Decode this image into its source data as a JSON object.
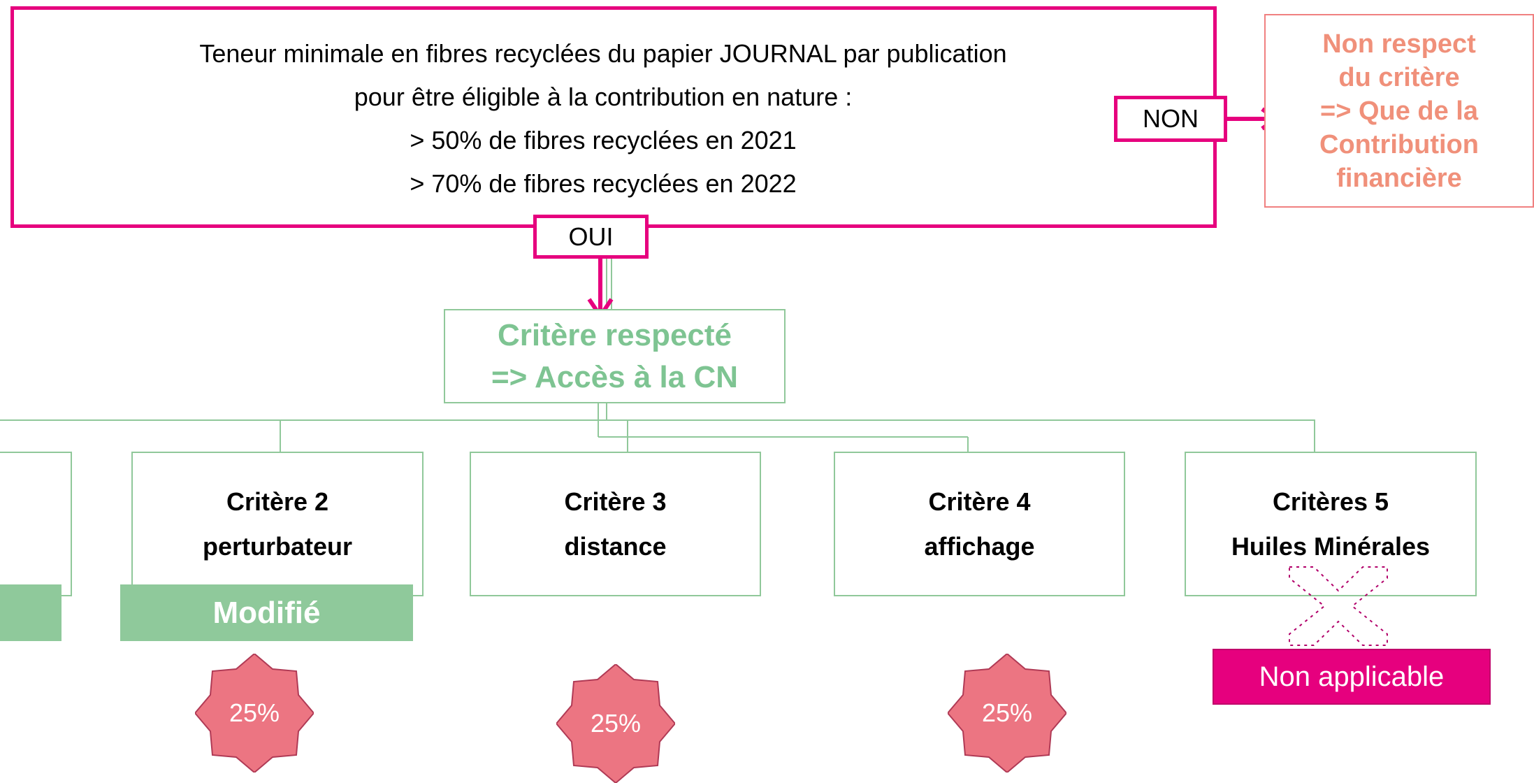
{
  "main_criterion": {
    "lines": [
      "Teneur minimale en fibres recyclées du papier JOURNAL par publication",
      "pour être éligible à la contribution en nature :",
      "> 50% de fibres recyclées en 2021",
      "> 70% de fibres recyclées en 2022"
    ]
  },
  "answers": {
    "no": "NON",
    "yes": "OUI"
  },
  "non_respect": {
    "lines": [
      "Non respect",
      "du critère",
      "=>  Que de la",
      "Contribution",
      "financière"
    ]
  },
  "respected": {
    "lines": [
      "Critère respecté",
      "=> Accès à la CN"
    ]
  },
  "criteria": [
    {
      "title": "Critère 2",
      "subtitle": "perturbateur"
    },
    {
      "title": "Critère 3",
      "subtitle": "distance"
    },
    {
      "title": "Critère 4",
      "subtitle": "affichage"
    },
    {
      "title": "Critères 5",
      "subtitle": "Huiles Minérales"
    }
  ],
  "tags": {
    "modified": "Modifié",
    "not_applicable": "Non applicable"
  },
  "weights": [
    "25%",
    "25%",
    "25%"
  ],
  "colors": {
    "magenta": "#e6007e",
    "green": "#8fc99b",
    "salmon": "#f0907a",
    "star": "#ec7582"
  }
}
